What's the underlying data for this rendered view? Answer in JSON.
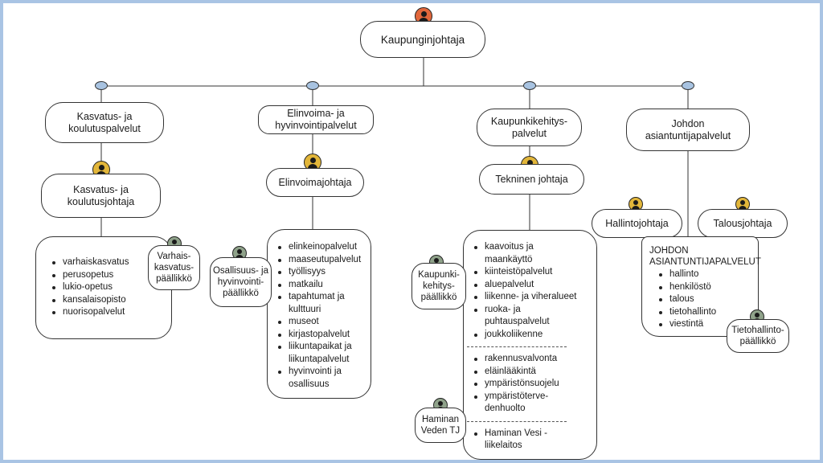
{
  "colors": {
    "frame": "#a9c4e4",
    "top_avatar": "#e2673b",
    "manager_avatar": "#e2b63a",
    "staff_avatar": "#8fa28a",
    "connector": "#a8c3e1"
  },
  "icons": {
    "avatar": "person-icon",
    "connector": "connector-dot"
  },
  "top": {
    "title": "Kaupunginjohtaja"
  },
  "divisions": [
    {
      "title": "Kasvatus- ja\nkoulutuspalvelut"
    },
    {
      "title": "Elinvoima- ja\nhyvinvointipalvelut"
    },
    {
      "title": "Kaupunkikehitys-\npalvelut"
    },
    {
      "title": "Johdon\nasiantuntijapalvelut"
    }
  ],
  "directors": [
    {
      "title": "Kasvatus- ja\nkoulutusjohtaja"
    },
    {
      "title": "Elinvoimajohtaja"
    },
    {
      "title": "Tekninen johtaja"
    },
    {
      "title": "Hallintojohtaja"
    },
    {
      "title": "Talousjohtaja"
    }
  ],
  "staff": [
    {
      "title": "Varhais-\nkasvatus-\npäällikkö"
    },
    {
      "title": "Osallisuus- ja\nhyvinvointi-\npäällikkö"
    },
    {
      "title": "Kaupunki-\nkehitys-\npäällikkö"
    },
    {
      "title": "Haminan\nVeden TJ"
    },
    {
      "title": "Tietohallinto-\npäällikkö"
    }
  ],
  "lists": {
    "kasvatus": [
      "varhaiskasvatus",
      "perusopetus",
      "lukio-opetus",
      "kansalaisopisto",
      "nuorisopalvelut"
    ],
    "elinvoima": [
      "elinkeinopalvelut",
      "maaseutupalvelut",
      "työllisyys",
      "matkailu",
      "tapahtumat ja\nkulttuuri",
      "museot",
      "kirjastopalvelut",
      "liikuntapaikat ja\nliikuntapalvelut",
      "hyvinvointi ja\nosallisuus"
    ],
    "tekninen_1": [
      "kaavoitus ja\nmaankäyttö",
      "kiinteistöpalvelut",
      "aluepalvelut",
      "liikenne- ja viheralueet",
      "ruoka- ja\npuhtauspalvelut",
      "joukkoliikenne"
    ],
    "tekninen_2": [
      "rakennusvalvonta",
      "eläinlääkintä",
      "ympäristönsuojelu",
      "ympäristöterve-\ndenhuolto"
    ],
    "tekninen_3": [
      "Haminan Vesi -\nliikelaitos"
    ],
    "johdon_heading": "JOHDON\nASIANTUNTIJAPALVELUT",
    "johdon": [
      "hallinto",
      "henkilöstö",
      "talous",
      "tietohallinto",
      "viestintä"
    ]
  }
}
